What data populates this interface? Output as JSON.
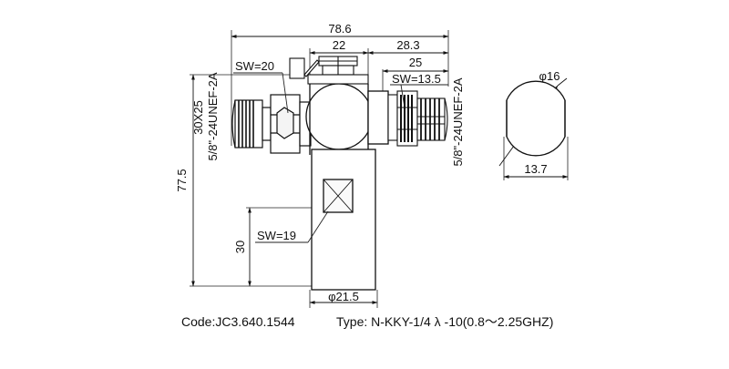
{
  "dimensions": {
    "overall_length": "78.6",
    "body_width": "22",
    "right_extent": "28.3",
    "right_thread_length": "25",
    "overall_height": "77.5",
    "lower_height": "30",
    "body_diameter": "φ21.5",
    "end_diameter": "φ16",
    "end_flat": "13.7"
  },
  "labels": {
    "sw_left": "SW=20",
    "sw_right": "SW=13.5",
    "sw_lower": "SW=19",
    "thread_left_1": "5/8\"-24UNEF-2A",
    "thread_left_2": "30X25",
    "thread_right": "5/8\"-24UNEF-2A"
  },
  "footer": {
    "code": "Code:JC3.640.1544",
    "type": "Type: N-KKY-1/4 λ -10(0.8～2.25GHZ)"
  }
}
